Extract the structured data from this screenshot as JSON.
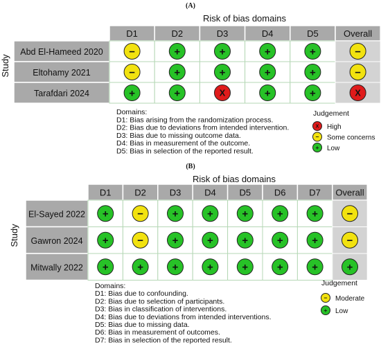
{
  "panel_a": {
    "label": "(A)",
    "title": "Risk of bias domains",
    "y_label": "Study",
    "columns": [
      "D1",
      "D2",
      "D3",
      "D4",
      "D5",
      "Overall"
    ],
    "studies": [
      {
        "name": "Abd El-Hameed 2020",
        "judgements": [
          "some",
          "low",
          "low",
          "low",
          "low",
          "some"
        ]
      },
      {
        "name": "Eltohamy 2021",
        "judgements": [
          "some",
          "low",
          "low",
          "low",
          "low",
          "some"
        ]
      },
      {
        "name": "Tarafdari 2024",
        "judgements": [
          "low",
          "low",
          "high",
          "low",
          "low",
          "high"
        ]
      }
    ],
    "domains_title": "Domains:",
    "domains": [
      "D1: Bias arising from the randomization process.",
      "D2: Bias due to deviations from intended intervention.",
      "D3: Bias due to missing outcome data.",
      "D4: Bias in measurement of the outcome.",
      "D5: Bias in selection of the reported result."
    ],
    "judgement_title": "Judgement",
    "legend": [
      {
        "key": "high",
        "label": "High"
      },
      {
        "key": "some",
        "label": "Some concerns"
      },
      {
        "key": "low",
        "label": "Low"
      }
    ]
  },
  "panel_b": {
    "label": "(B)",
    "title": "Risk of bias domains",
    "y_label": "Study",
    "columns": [
      "D1",
      "D2",
      "D3",
      "D4",
      "D5",
      "D6",
      "D7",
      "Overall"
    ],
    "studies": [
      {
        "name": "El-Sayed 2022",
        "judgements": [
          "low",
          "some",
          "low",
          "low",
          "low",
          "low",
          "low",
          "some"
        ]
      },
      {
        "name": "Gawron 2024",
        "judgements": [
          "low",
          "some",
          "low",
          "low",
          "low",
          "low",
          "low",
          "some"
        ]
      },
      {
        "name": "Mitwally 2022",
        "judgements": [
          "low",
          "low",
          "low",
          "low",
          "low",
          "low",
          "low",
          "low"
        ]
      }
    ],
    "domains_title": "Domains:",
    "domains": [
      "D1: Bias due to confounding.",
      "D2: Bias due to selection of participants.",
      "D3: Bias in classification of interventions.",
      "D4: Bias due to deviations from intended interventions.",
      "D5: Bias due to missing data.",
      "D6: Bias in measurement of outcomes.",
      "D7: Bias in selection of the reported result."
    ],
    "judgement_title": "Judgement",
    "legend": [
      {
        "key": "some",
        "label": "Moderate"
      },
      {
        "key": "low",
        "label": "Low"
      }
    ]
  },
  "symbols": {
    "low": {
      "glyph": "+",
      "color": "#27c227"
    },
    "some": {
      "glyph": "−",
      "color": "#f2e20f"
    },
    "high": {
      "glyph": "X",
      "color": "#e01b1b"
    }
  },
  "colors": {
    "header_fill": "#a9a9a9",
    "cell_fill": "#ffffff",
    "overall_fill": "#d3d3d3",
    "grid_line": "#b5d7b5"
  }
}
